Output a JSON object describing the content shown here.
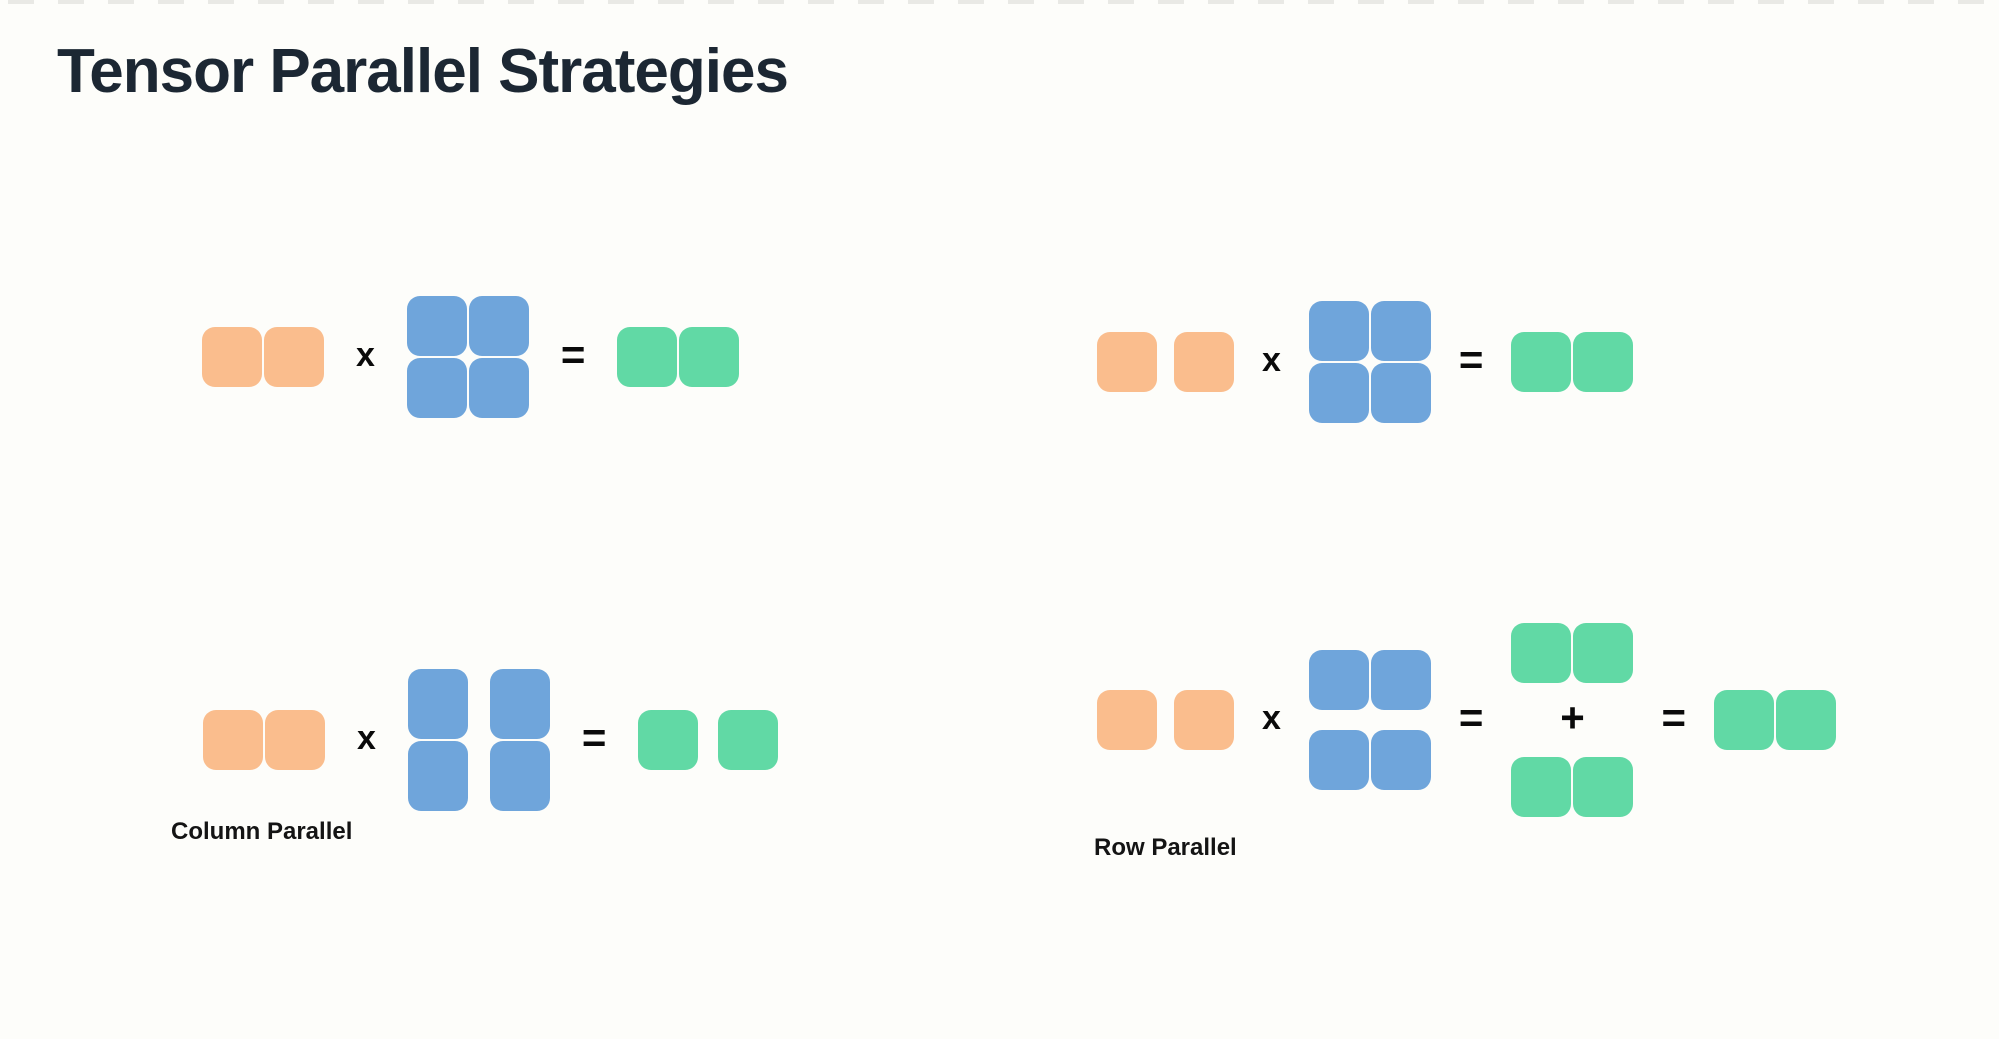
{
  "page": {
    "title": "Tensor Parallel Strategies",
    "background_color": "#FDFDFA",
    "title_color": "#1C2733",
    "top_dash_color": "#E9E9E5"
  },
  "operators": {
    "multiply": "x",
    "equals": "=",
    "plus": "+"
  },
  "block_colors": {
    "input": "#FABD8D",
    "weight": "#6FA5DB",
    "output": "#61D9A5"
  },
  "diagrams": {
    "top_left": {
      "label": "",
      "input": {
        "shape": "1x2",
        "color": "orange",
        "partitioned": false
      },
      "weight": {
        "shape": "2x2",
        "color": "blue",
        "partition": "none"
      },
      "output": {
        "shape": "1x2",
        "color": "green",
        "partitioned": false
      }
    },
    "top_right": {
      "label": "",
      "input": {
        "shape": "1x2",
        "color": "orange",
        "partitioned": true
      },
      "weight": {
        "shape": "2x2",
        "color": "blue",
        "partition": "none"
      },
      "output": {
        "shape": "1x2",
        "color": "green",
        "partitioned": false
      }
    },
    "column_parallel": {
      "label": "Column Parallel",
      "input": {
        "shape": "1x2",
        "color": "orange",
        "partitioned": false
      },
      "weight": {
        "shape": "2x2",
        "color": "blue",
        "partition": "columns"
      },
      "output": {
        "shape": "1x2",
        "color": "green",
        "partitioned": true
      }
    },
    "row_parallel": {
      "label": "Row Parallel",
      "input": {
        "shape": "1x2",
        "color": "orange",
        "partitioned": true
      },
      "weight": {
        "shape": "2x2",
        "color": "blue",
        "partition": "rows"
      },
      "partial_outputs": [
        {
          "shape": "1x2",
          "color": "green"
        },
        {
          "shape": "1x2",
          "color": "green"
        }
      ],
      "output": {
        "shape": "1x2",
        "color": "green",
        "partitioned": false
      }
    }
  }
}
